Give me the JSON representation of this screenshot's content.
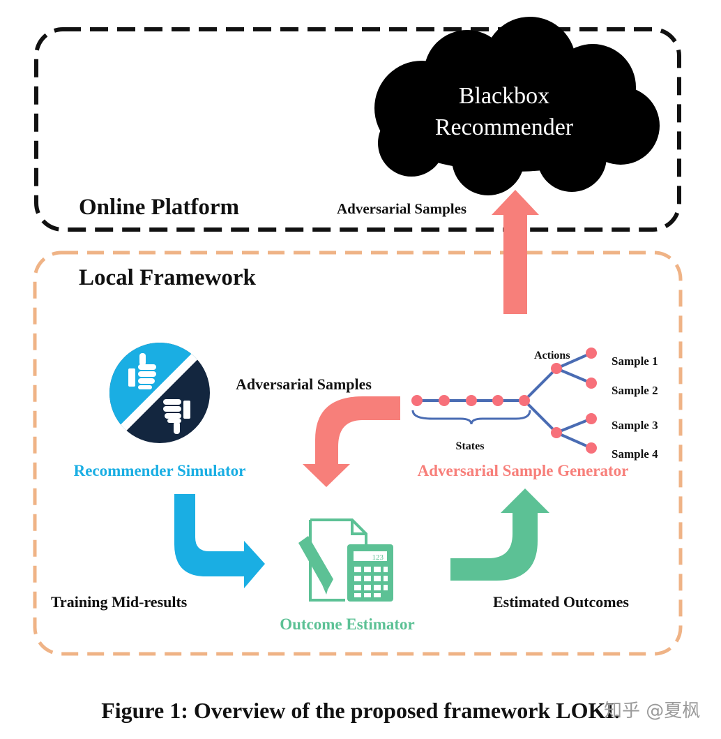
{
  "online_platform": {
    "label": "Online Platform"
  },
  "local_framework": {
    "label": "Local Framework"
  },
  "blackbox": {
    "line1": "Blackbox",
    "line2": "Recommender"
  },
  "arrow_labels": {
    "to_platform": "Adversarial Samples",
    "to_estimator": "Adversarial Samples",
    "training": "Training Mid-results",
    "estimated": "Estimated Outcomes"
  },
  "modules": {
    "simulator": "Recommender Simulator",
    "estimator": "Outcome Estimator",
    "generator": "Adversarial Sample Generator"
  },
  "tree": {
    "actions": "Actions",
    "states": "States",
    "samples": [
      "Sample 1",
      "Sample 2",
      "Sample 3",
      "Sample 4"
    ]
  },
  "calculator_display": "123",
  "caption": "Figure 1: Overview of the proposed framework LOKI.",
  "watermark": "知乎 @夏枫",
  "colors": {
    "simulator": "#1aaee3",
    "estimator": "#5cc195",
    "generator": "#f77f7a",
    "local_border": "#efb386",
    "online_border": "#111111",
    "tree_line": "#4a6cb3",
    "navy": "#13263f"
  }
}
